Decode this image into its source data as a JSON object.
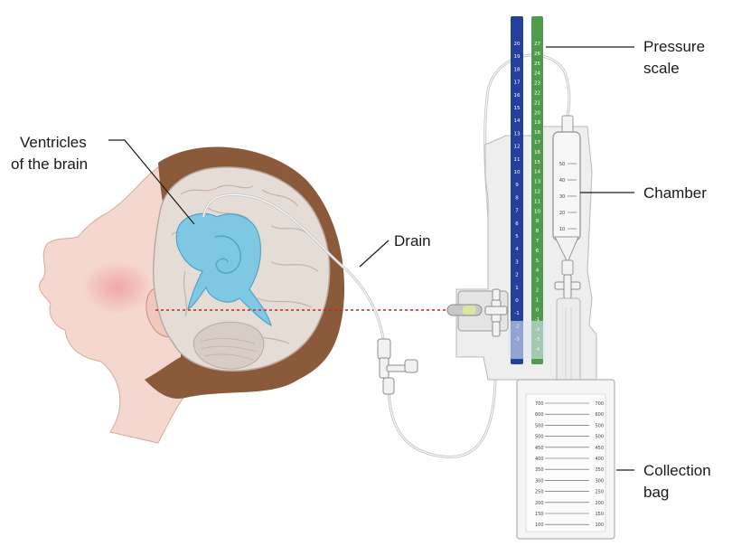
{
  "labels": {
    "ventricles_line1": "Ventricles",
    "ventricles_line2": "of the brain",
    "drain": "Drain",
    "pressure_line1": "Pressure",
    "pressure_line2": "scale",
    "chamber": "Chamber",
    "collection_line1": "Collection",
    "collection_line2": "bag"
  },
  "scales": {
    "blue": [
      "20",
      "19",
      "18",
      "17",
      "16",
      "15",
      "14",
      "13",
      "12",
      "11",
      "10",
      "9",
      "8",
      "7",
      "6",
      "5",
      "4",
      "3",
      "2",
      "1",
      "0",
      "-1",
      "-2",
      "-3"
    ],
    "green": [
      "27",
      "26",
      "25",
      "24",
      "23",
      "22",
      "21",
      "20",
      "19",
      "18",
      "17",
      "16",
      "15",
      "14",
      "13",
      "12",
      "11",
      "10",
      "9",
      "8",
      "7",
      "6",
      "5",
      "4",
      "3",
      "2",
      "1",
      "0",
      "-1",
      "-2",
      "-3",
      "-4"
    ],
    "chamber": [
      "50",
      "40",
      "30",
      "20",
      "10"
    ],
    "bag": [
      "700",
      "600",
      "500",
      "500",
      "450",
      "400",
      "350",
      "300",
      "250",
      "200",
      "150",
      "100"
    ]
  },
  "colors": {
    "blue_scale": "#23409a",
    "green_scale": "#4f9a4c",
    "ventricles": "#7ec8e3",
    "hair": "#8a5a3a",
    "skin": "#f4d8cf",
    "reference_line": "#e01b1b"
  }
}
